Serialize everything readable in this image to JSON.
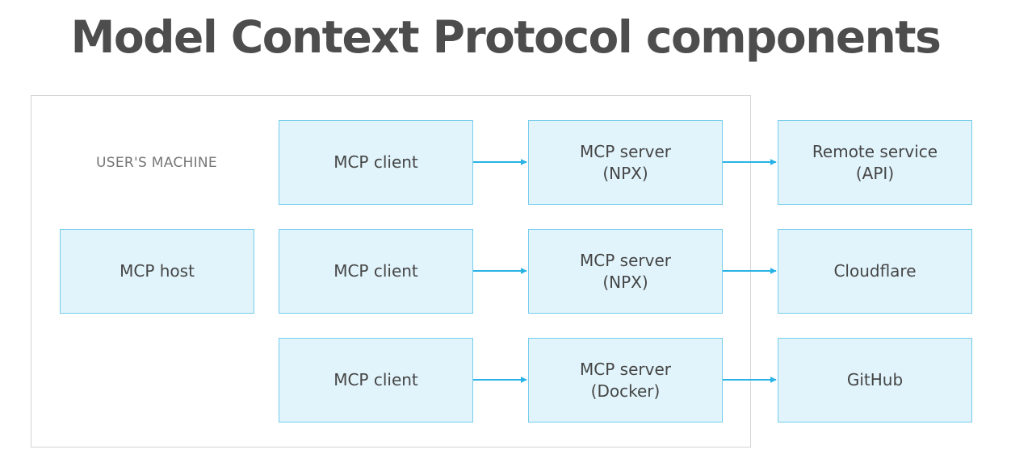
{
  "title": "Model Context Protocol components",
  "machine_label": "USER'S MACHINE",
  "host": {
    "label": "MCP host"
  },
  "rows": [
    {
      "client": "MCP client",
      "server": {
        "line1": "MCP server",
        "line2": "(NPX)"
      },
      "remote": {
        "line1": "Remote service",
        "line2": "(API)"
      }
    },
    {
      "client": "MCP client",
      "server": {
        "line1": "MCP server",
        "line2": "(NPX)"
      },
      "remote": {
        "line1": "Cloudflare",
        "line2": ""
      }
    },
    {
      "client": "MCP client",
      "server": {
        "line1": "MCP server",
        "line2": "(Docker)"
      },
      "remote": {
        "line1": "GitHub",
        "line2": ""
      }
    }
  ],
  "colors": {
    "box_fill": "#e1f4fb",
    "box_border": "#74cdec",
    "arrow": "#29b2e6",
    "title": "#4d4d4d",
    "text": "#454545",
    "machine_border": "#d4d4d4"
  }
}
